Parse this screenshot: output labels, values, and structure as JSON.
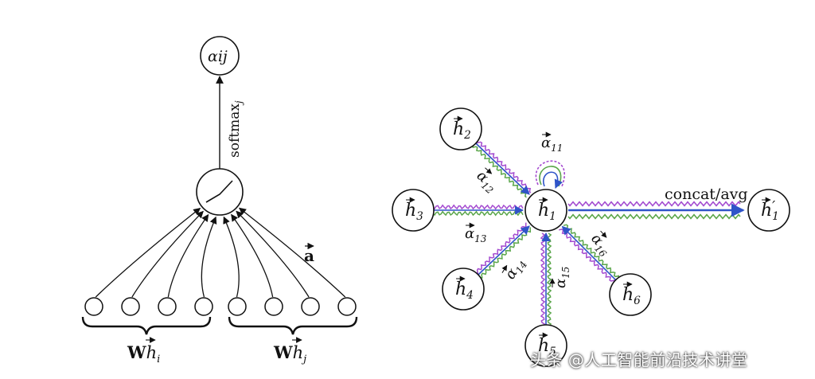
{
  "left": {
    "output_node": "αij",
    "softmax_label": "softmax",
    "softmax_sub": "j",
    "weight_label": "a",
    "left_group_label": "Whi",
    "right_group_label": "Whj"
  },
  "right": {
    "center": "h1",
    "output_node": "h'1",
    "concat_label": "concat/avg",
    "neighbors": [
      "h2",
      "h3",
      "h4",
      "h5",
      "h6"
    ],
    "alpha_labels": [
      "α11",
      "α12",
      "α13",
      "α14",
      "α15",
      "α16"
    ]
  },
  "watermark": "头条 @人工智能前沿技术讲堂",
  "colors": {
    "green": "#5aa64a",
    "blue": "#2f54c8",
    "purple": "#a44bd0",
    "stroke": "#111111"
  }
}
